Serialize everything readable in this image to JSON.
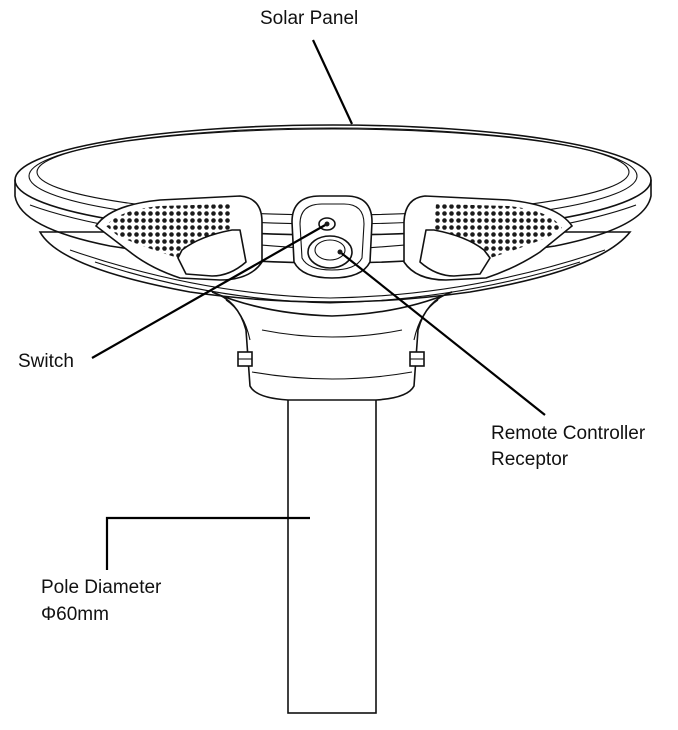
{
  "labels": {
    "solar_panel": "Solar Panel",
    "switch": "Switch",
    "remote_receptor_line1": "Remote Controller",
    "remote_receptor_line2": "Receptor",
    "pole_diameter_line1": "Pole Diameter",
    "pole_diameter_line2": "Φ60mm"
  },
  "colors": {
    "line": "#111111",
    "background": "#ffffff"
  }
}
